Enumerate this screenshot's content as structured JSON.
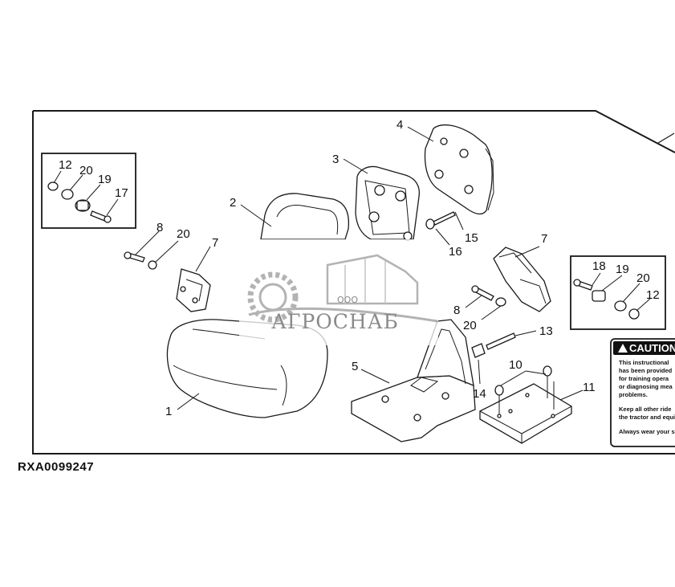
{
  "drawing": {
    "reference_id": "RXA0099247",
    "callouts": [
      "1",
      "2",
      "3",
      "4",
      "5",
      "7",
      "7",
      "8",
      "8",
      "10",
      "11",
      "12",
      "12",
      "13",
      "14",
      "15",
      "16",
      "17",
      "18",
      "19",
      "19",
      "20",
      "20",
      "20"
    ]
  },
  "watermark": {
    "brand": "АГРОСНАБ",
    "prefix": "ООО"
  },
  "caution_label": {
    "title": "CAUTION",
    "lines": [
      "This instructional",
      "has been provided",
      "for training opera",
      "or diagnosing mea",
      "problems.",
      "Keep all other ride",
      "the tractor and equi",
      "Always wear your sea"
    ]
  },
  "colors": {
    "line": "#1a1a1a",
    "background": "#ffffff",
    "watermark": "#8a8a8a"
  }
}
